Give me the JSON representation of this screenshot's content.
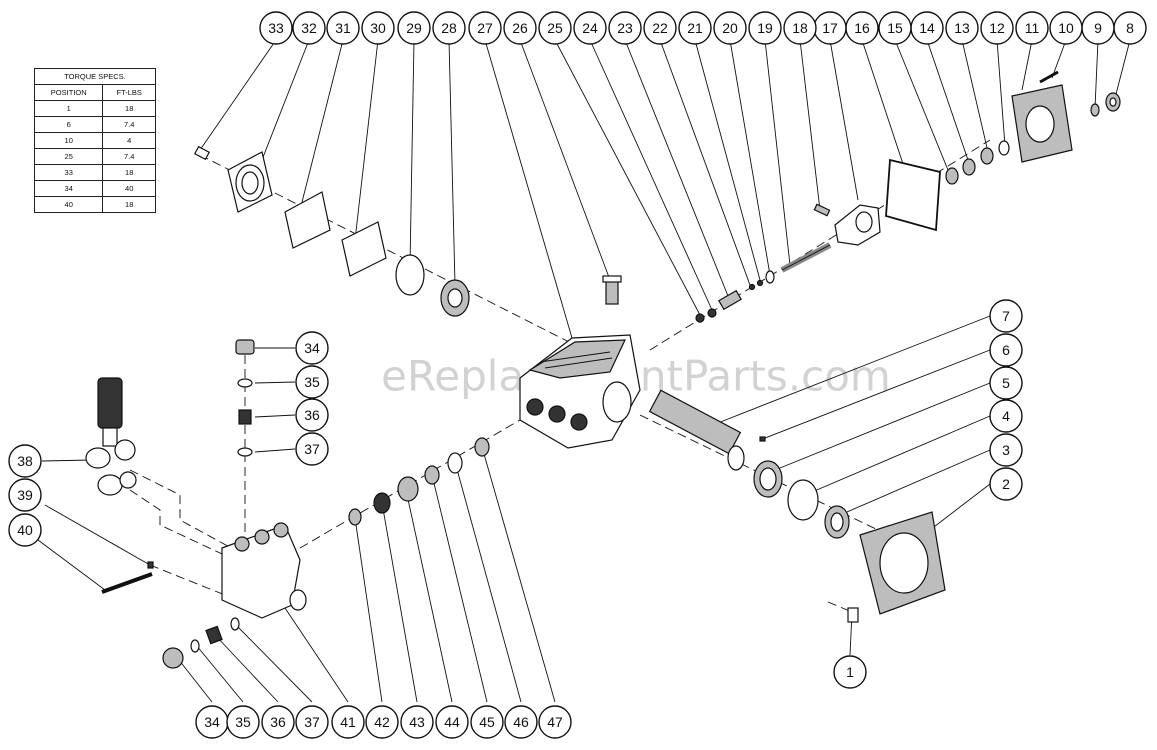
{
  "torque_table": {
    "title": "TORQUE SPECS.",
    "headers": [
      "POSITION",
      "FT-LBS"
    ],
    "rows": [
      [
        "1",
        "18"
      ],
      [
        "6",
        "7.4"
      ],
      [
        "10",
        "4"
      ],
      [
        "25",
        "7.4"
      ],
      [
        "33",
        "18"
      ],
      [
        "34",
        "40"
      ],
      [
        "40",
        "18"
      ]
    ]
  },
  "watermark": "eReplacementParts.com",
  "callouts": [
    "1",
    "2",
    "3",
    "4",
    "5",
    "6",
    "7",
    "8",
    "9",
    "10",
    "11",
    "12",
    "13",
    "14",
    "15",
    "16",
    "17",
    "18",
    "19",
    "20",
    "21",
    "22",
    "23",
    "24",
    "25",
    "26",
    "27",
    "28",
    "29",
    "30",
    "31",
    "32",
    "33",
    "34",
    "35",
    "36",
    "37",
    "34",
    "35",
    "36",
    "37",
    "38",
    "39",
    "40",
    "41",
    "42",
    "43",
    "44",
    "45",
    "46",
    "47"
  ],
  "icons": {
    "pump-manifold": "manifold-icon",
    "crankcase": "crankcase-icon",
    "unloader": "unloader-valve-icon",
    "crankshaft": "crankshaft-icon",
    "flange": "flange-icon"
  }
}
